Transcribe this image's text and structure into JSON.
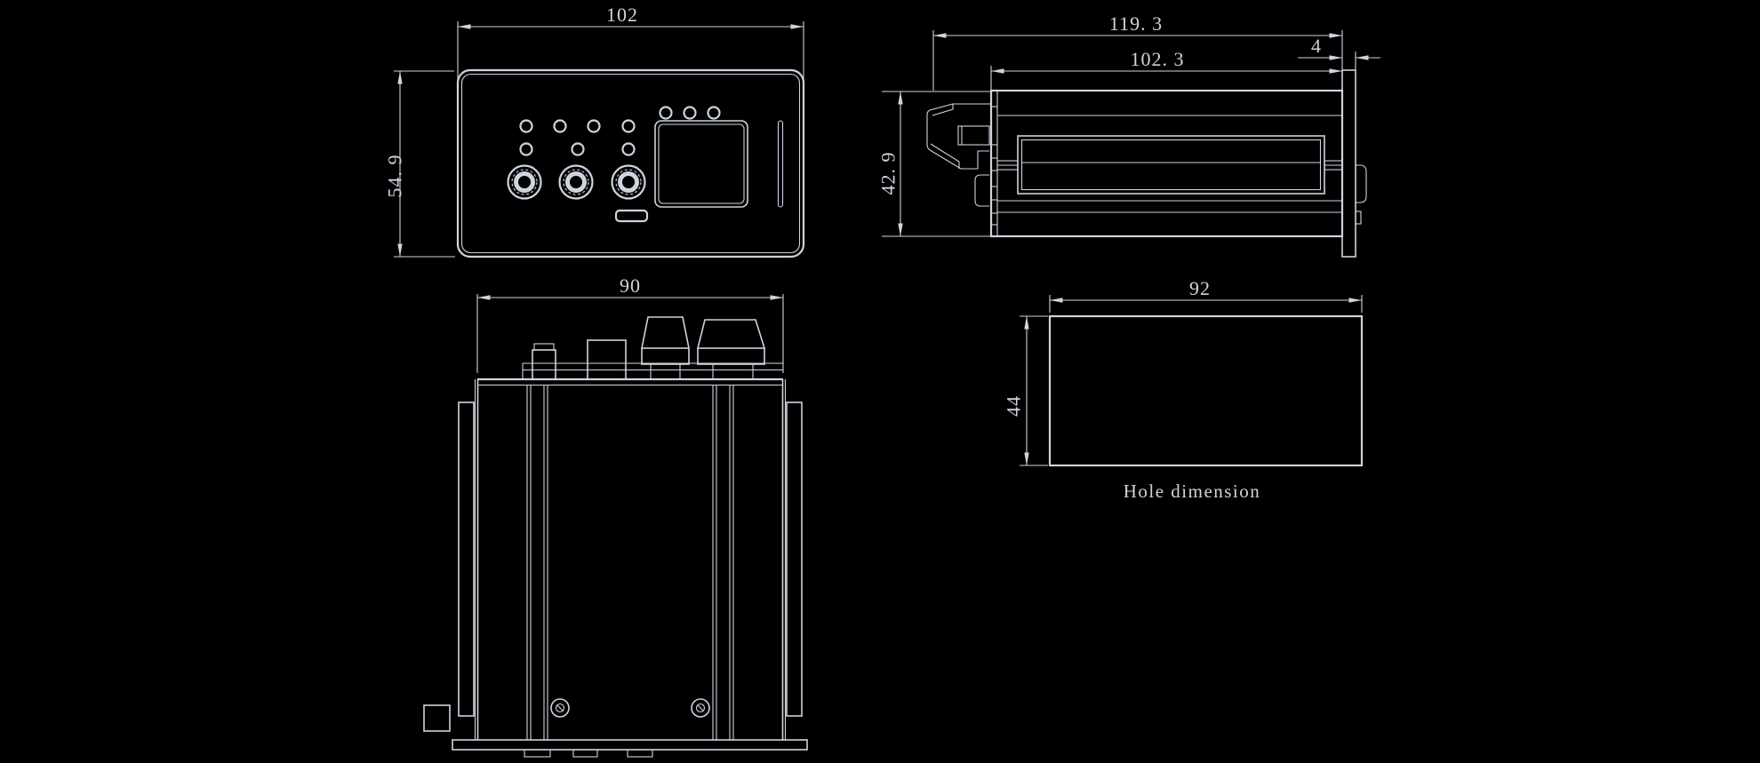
{
  "drawing_title": "Hole dimension",
  "colors": {
    "background": "#000000",
    "line": "#ced4de"
  },
  "front_view": {
    "width_label": "102",
    "height_label": "54. 9"
  },
  "side_view": {
    "overall_depth_label": "119. 3",
    "flange_thickness_label": "4",
    "body_depth_label": "102. 3",
    "height_label": "42. 9"
  },
  "top_view": {
    "width_label": "90"
  },
  "hole_view": {
    "width_label": "92",
    "height_label": "44",
    "caption": "Hole dimension"
  }
}
